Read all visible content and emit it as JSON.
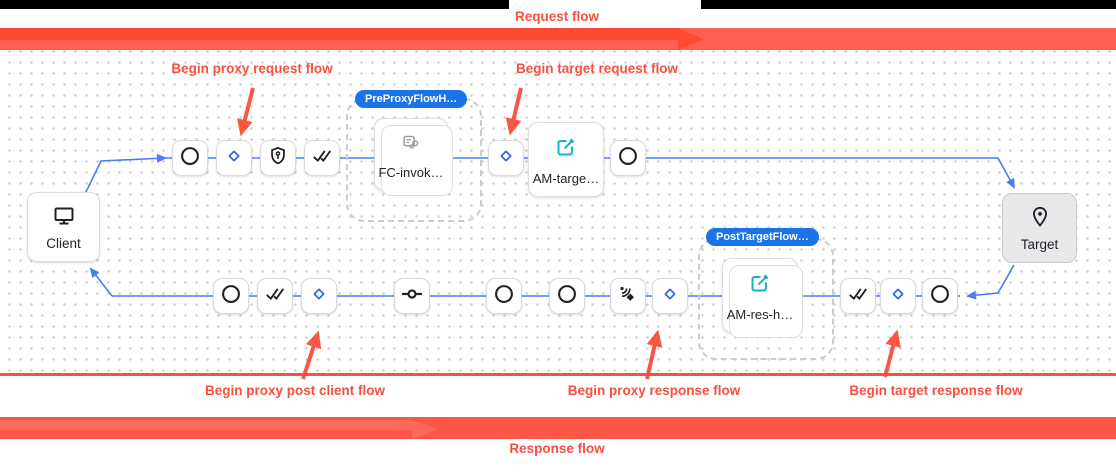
{
  "colors": {
    "annotation_red": "#f8503e",
    "bar_red_dark": "#ff4a31",
    "bar_red_light": "#ff6053",
    "connector_blue": "#4b7cf3",
    "diamond_blue": "#2e68e8",
    "badge_blue": "#1a73e8",
    "policy_teal": "#12b5cb",
    "icon_gray": "#9aa0a6"
  },
  "header": {
    "request_flow_label": "Request flow"
  },
  "footer": {
    "response_flow_label": "Response flow"
  },
  "annotations": {
    "proxy_request": {
      "label": "Begin proxy request flow"
    },
    "target_request": {
      "label": "Begin target request flow"
    },
    "post_client": {
      "label": "Begin proxy post client flow"
    },
    "proxy_response": {
      "label": "Begin proxy response flow"
    },
    "target_response": {
      "label": "Begin target response flow"
    }
  },
  "endpoints": {
    "client": {
      "label": "Client",
      "icon": "monitor-icon"
    },
    "target": {
      "label": "Target",
      "icon": "location-pin-icon"
    }
  },
  "request_flow": {
    "proxy_step_icons": [
      "circle-icon",
      "diamond-icon",
      "shield-key-icon",
      "double-check-icon"
    ],
    "pre_proxy_group": {
      "badge_label": "PreProxyFlowH…",
      "policy": {
        "label": "FC-invok…",
        "icon": "flow-callout-icon",
        "stacked": true
      }
    },
    "target_step_icons": [
      "diamond-icon"
    ],
    "target_policy": {
      "label": "AM-targe…",
      "icon": "edit-square-icon",
      "stacked": false
    },
    "trailing_icons": [
      "circle-icon"
    ]
  },
  "response_flow": {
    "post_client_step_icons": [
      "circle-icon",
      "double-check-icon",
      "diamond-icon"
    ],
    "transition_icon": "commit-icon",
    "proxy_step_icons": [
      "circle-icon",
      "circle-icon",
      "sensors-icon",
      "diamond-icon"
    ],
    "post_target_group": {
      "badge_label": "PostTargetFlow…",
      "policy": {
        "label": "AM-res-h…",
        "icon": "edit-square-icon",
        "stacked": true
      }
    },
    "target_step_icons": [
      "double-check-icon",
      "diamond-icon",
      "circle-icon"
    ]
  }
}
